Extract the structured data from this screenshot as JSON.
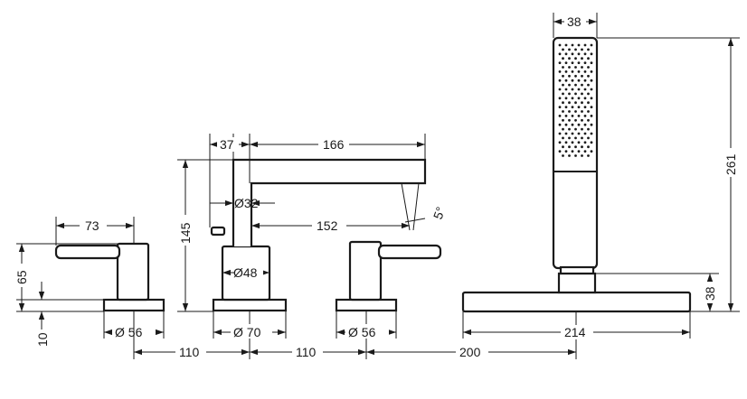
{
  "dimensions": {
    "left_handle_length": "73",
    "left_handle_height": "65",
    "base_offset": "10",
    "left_base_diameter": "Ø 56",
    "spacing_1": "110",
    "spacing_2": "110",
    "spacing_3": "200",
    "spout_body_offset": "37",
    "spout_reach": "166",
    "spout_pipe_diameter": "Ø32",
    "spout_total_height": "145",
    "spout_inner_reach": "152",
    "spout_angle": "5°",
    "spout_body_diameter": "Ø48",
    "spout_base_diameter": "Ø 70",
    "right_base_diameter": "Ø 56",
    "shower_head_width": "38",
    "shower_height": "261",
    "shower_holder_height": "38",
    "shower_base_length": "214"
  }
}
